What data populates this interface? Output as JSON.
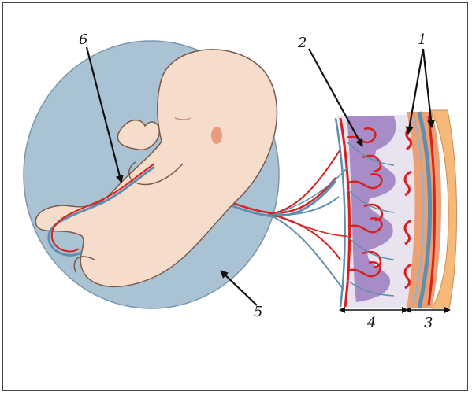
{
  "labels": {
    "l1": "1",
    "l2": "2",
    "l3": "3",
    "l4": "4",
    "l5": "5",
    "l6": "6"
  },
  "colors": {
    "amniotic_fluid": "#aac3d4",
    "fetus_skin": "#f6dccb",
    "skin_outline": "#7a5a4a",
    "artery": "#d8201c",
    "vein": "#5f8fb0",
    "intervillous": "#9b7cc0",
    "myometrium": "#f5b979",
    "decidua": "#e7905a",
    "arrow": "#111111"
  }
}
